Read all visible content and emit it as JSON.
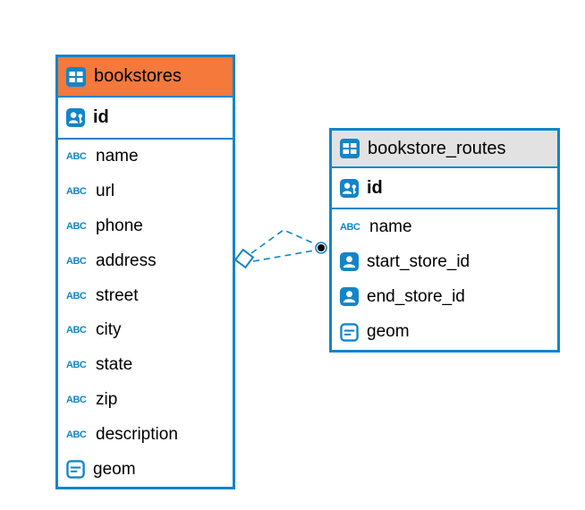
{
  "colors": {
    "accent_blue": "#1385c8",
    "header_orange": "#f4793b",
    "header_gray": "#e2e2e2",
    "connector_blue": "#1385c8",
    "endpoint_dot": "#000000"
  },
  "icons": {
    "abc_label": "ABC",
    "table_icon": "table-grid-icon",
    "primary_key_icon": "person-key-icon",
    "reference_icon": "person-icon",
    "geometry_icon": "geometry-lines-icon"
  },
  "diagram": {
    "tables": [
      {
        "title": "bookstores",
        "header_icon": "table-grid-icon",
        "pk": {
          "name": "id",
          "type_icon": "person-key-icon"
        },
        "fields": [
          {
            "name": "name",
            "type_icon": "text-icon"
          },
          {
            "name": "url",
            "type_icon": "text-icon"
          },
          {
            "name": "phone",
            "type_icon": "text-icon"
          },
          {
            "name": "address",
            "type_icon": "text-icon"
          },
          {
            "name": "street",
            "type_icon": "text-icon"
          },
          {
            "name": "city",
            "type_icon": "text-icon"
          },
          {
            "name": "state",
            "type_icon": "text-icon"
          },
          {
            "name": "zip",
            "type_icon": "text-icon"
          },
          {
            "name": "description",
            "type_icon": "text-icon"
          },
          {
            "name": "geom",
            "type_icon": "geometry-lines-icon"
          }
        ]
      },
      {
        "title": "bookstore_routes",
        "header_icon": "table-grid-icon",
        "pk": {
          "name": "id",
          "type_icon": "person-key-icon"
        },
        "fields": [
          {
            "name": "name",
            "type_icon": "text-icon"
          },
          {
            "name": "start_store_id",
            "type_icon": "person-icon"
          },
          {
            "name": "end_store_id",
            "type_icon": "person-icon"
          },
          {
            "name": "geom",
            "type_icon": "geometry-lines-icon"
          }
        ]
      }
    ],
    "connector": {
      "from_table": "bookstores",
      "to_table": "bookstore_routes",
      "line_style": "dashed",
      "line_count": 2,
      "from_endpoint": "open-diamond",
      "to_endpoint": "filled-circle"
    }
  }
}
